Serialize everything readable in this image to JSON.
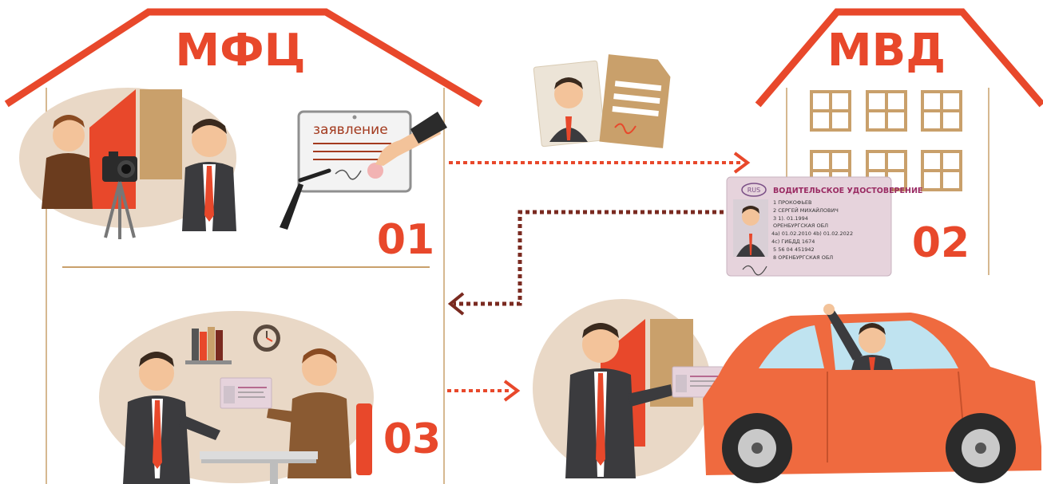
{
  "buildings": {
    "mfc": {
      "title": "МФЦ"
    },
    "mvd": {
      "title": "МВД"
    }
  },
  "steps": [
    {
      "number": "01"
    },
    {
      "number": "02"
    },
    {
      "number": "03"
    }
  ],
  "tablet": {
    "label": "заявление"
  },
  "license": {
    "country": "RUS",
    "title": "ВОДИТЕЛЬСКОЕ УДОСТОВЕРЕНИЕ",
    "lines": [
      "1  ПРОКОФЬЕВ",
      "2  СЕРГЕЙ МИХАЙЛОВИЧ",
      "3  1). 01.1994",
      "    ОРЕНБУРГСКАЯ ОБЛ",
      "4a) 01.02.2010    4b) 01.02.2022",
      "4c) ГИБДД 1674",
      "5  56 04 451942",
      "8  ОРЕНБУРГСКАЯ ОБЛ"
    ]
  },
  "colors": {
    "accent": "#e8482b",
    "building": "#c9a06b",
    "dark_arrow": "#7a2a20",
    "oval": "#e9d8c6",
    "car": "#ef6a3f"
  },
  "icons": [
    "camera-icon",
    "tablet-icon",
    "pen-icon",
    "clock-icon",
    "books-icon",
    "car-icon",
    "document-icon",
    "photo-icon",
    "license-icon"
  ]
}
